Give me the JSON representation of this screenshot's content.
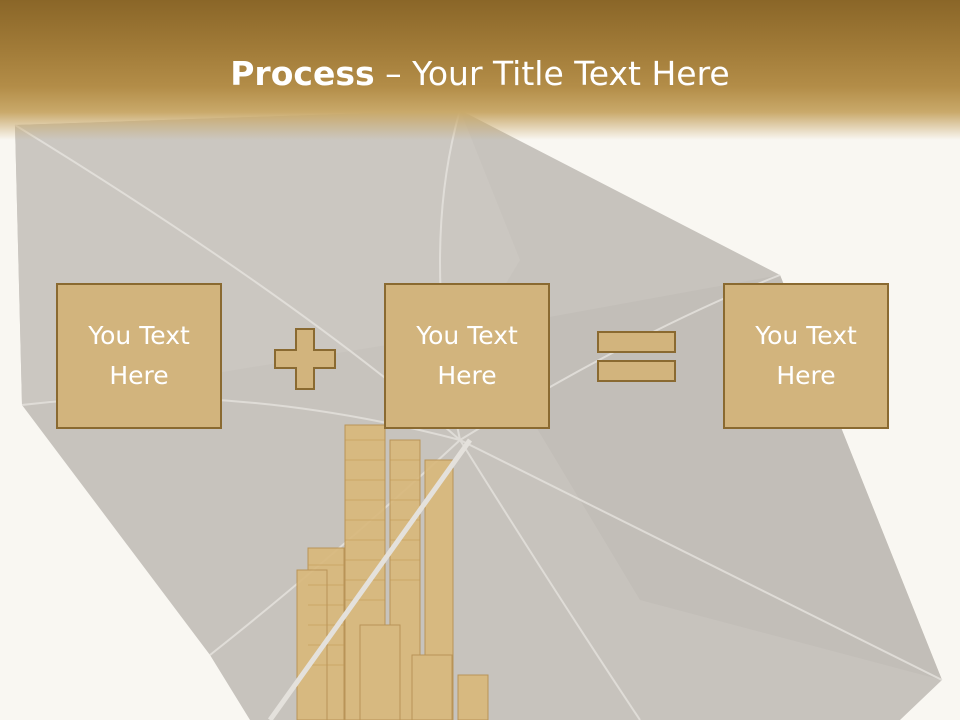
{
  "slide": {
    "title_bold": "Process",
    "title_rest": " – Your Title Text Here"
  },
  "boxes": [
    {
      "label": "You Text Here"
    },
    {
      "label": "You Text Here"
    },
    {
      "label": "You Text Here"
    }
  ],
  "colors": {
    "box_fill": "#d2b47d",
    "box_border": "#8a6a31",
    "header_brown": "#8a6628",
    "title_text": "#ffffff"
  },
  "icons": [
    "plus-icon",
    "equals-icon"
  ]
}
